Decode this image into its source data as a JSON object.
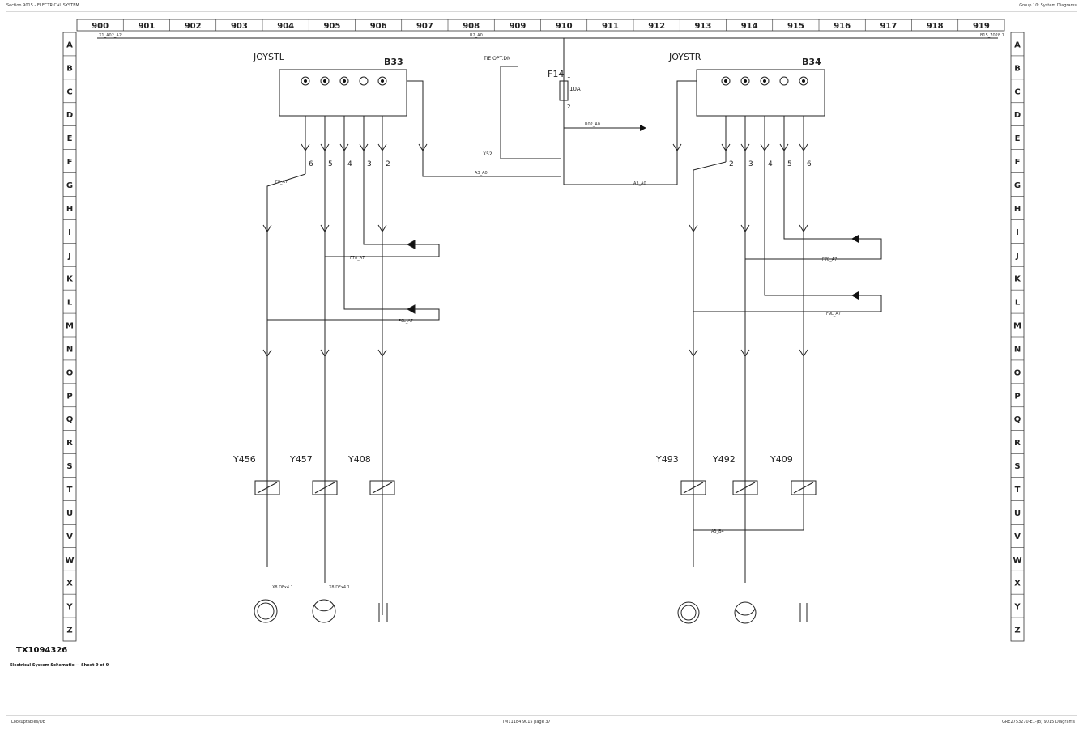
{
  "header": {
    "left_text": "Section 9015 - ELECTRICAL SYSTEM",
    "right_text": "Group 10: System Diagrams"
  },
  "footer": {
    "left_text": "Lookuptables/DE",
    "center_text": "TM11184 9015 page 37",
    "right_text": "GRE2753270-E1-(B) 9015 Diagrams"
  },
  "sheet": {
    "figure_id": "TX1094326",
    "caption": "Electrical System Schematic — Sheet 9 of 9"
  },
  "grid": {
    "columns": [
      "900",
      "901",
      "902",
      "903",
      "904",
      "905",
      "906",
      "907",
      "908",
      "909",
      "910",
      "911",
      "912",
      "913",
      "914",
      "915",
      "916",
      "917",
      "918",
      "919"
    ],
    "rows": [
      "A",
      "B",
      "C",
      "D",
      "E",
      "F",
      "G",
      "H",
      "I",
      "J",
      "K",
      "L",
      "M",
      "N",
      "O",
      "P",
      "Q",
      "R",
      "S",
      "T",
      "U",
      "V",
      "W",
      "X",
      "Y",
      "Z"
    ]
  },
  "schematic": {
    "top_left_ref": "X1_A02_A2",
    "top_center_ref": "R2_A0",
    "top_right_ref": "B15_7028.1",
    "joystick_left": {
      "label": "JOYSTL",
      "ref": "B33",
      "pins": [
        "6",
        "5",
        "4",
        "3",
        "2"
      ]
    },
    "joystick_right": {
      "label": "JOYSTR",
      "ref": "B34",
      "pins": [
        "2",
        "3",
        "4",
        "5",
        "6"
      ]
    },
    "fuse": {
      "label": "F14",
      "rating": "10A",
      "pin_top": "1",
      "pin_bottom": "2",
      "note": "TIE OPT.DN",
      "connector": "X52",
      "out_ref": "R02_A0"
    },
    "mid_ref_left": "A3_A0",
    "mid_ref_right": "A3_A0",
    "solenoids_left": [
      "Y456",
      "Y457",
      "Y408"
    ],
    "solenoids_right": [
      "Y493",
      "Y492",
      "Y409"
    ],
    "ground_left_1": "X8.DFx4.1",
    "ground_left_2": "X8.DFx4.1",
    "right_ref_bottom": "A3_B4",
    "left_labels": [
      "F8_A7",
      "F78_A7",
      "F9L_A7"
    ],
    "right_labels": [
      "F78_A7",
      "F9L_A7"
    ]
  }
}
